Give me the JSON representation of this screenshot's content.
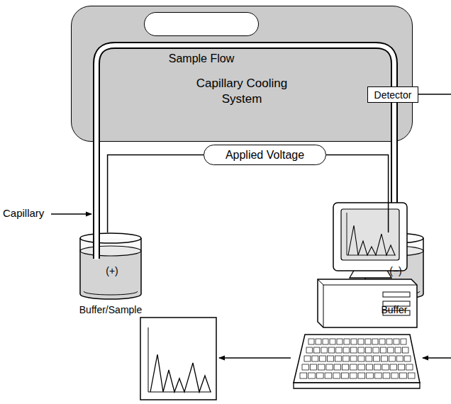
{
  "diagram": {
    "nodes": [
      {
        "text": [
          "Capillary Cooling System"
        ]
      },
      {
        "text": [
          "Sample Flow"
        ],
        "in": 0
      },
      {
        "text": [
          "Detector"
        ]
      },
      {
        "text": [
          "Applied Voltage"
        ]
      },
      {
        "text": [
          "(+)",
          "Buffer/Sample"
        ]
      },
      {
        "text": [
          "(−)",
          "Buffer"
        ]
      }
    ],
    "edges": [
      {
        "from": 4,
        "to": 3,
        "arrow": "none"
      },
      {
        "from": 3,
        "to": 5,
        "arrow": "none"
      }
    ],
    "labels": [
      "Capillary"
    ]
  }
}
